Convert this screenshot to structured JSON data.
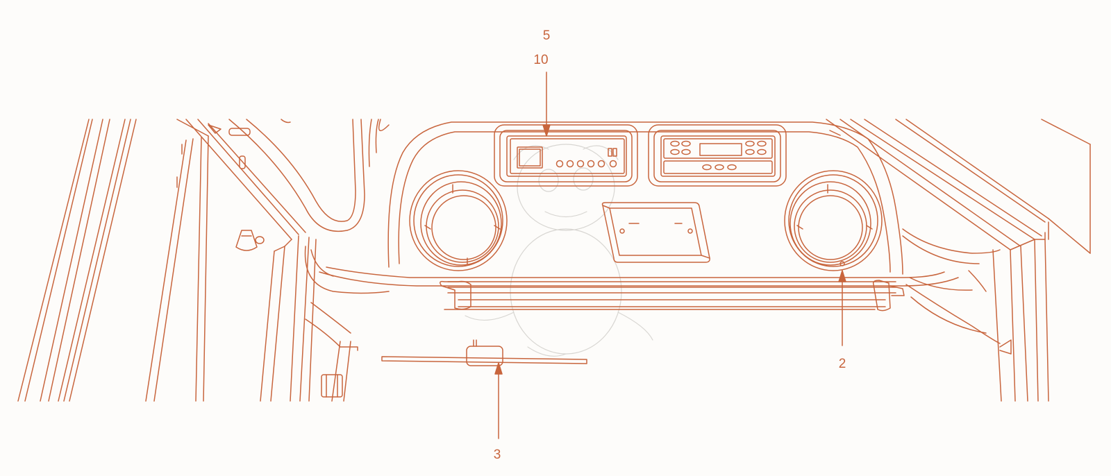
{
  "colors": {
    "line": "#c8653d",
    "background": "#fdfcfa",
    "watermark": "#d8d6d2"
  },
  "callouts": [
    {
      "id": "c5",
      "label": "5"
    },
    {
      "id": "c10",
      "label": "10"
    },
    {
      "id": "c2",
      "label": "2"
    },
    {
      "id": "c3",
      "label": "3"
    }
  ],
  "watermark": {
    "icon": "dragon-mascot-icon"
  }
}
